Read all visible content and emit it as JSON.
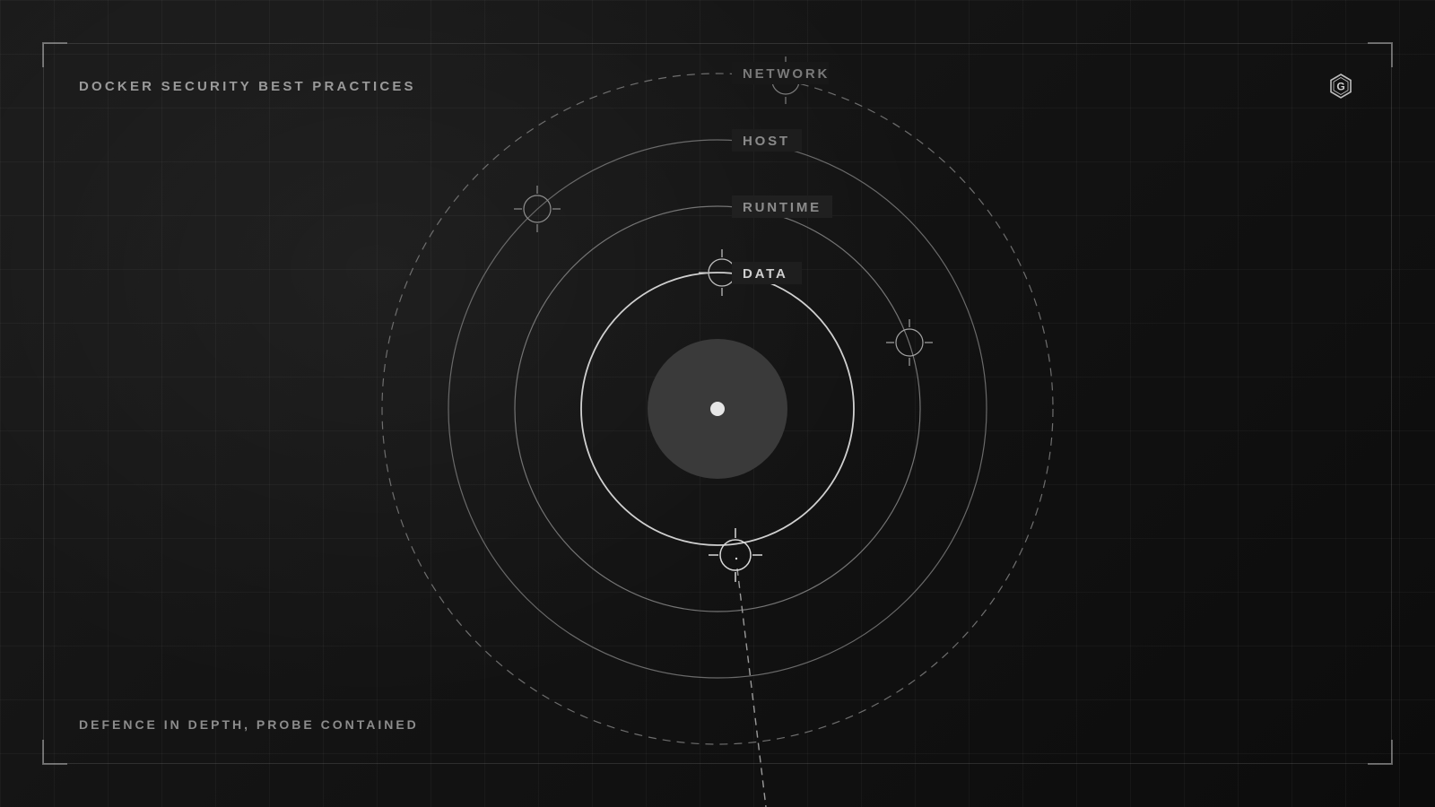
{
  "header": {
    "title": "DOCKER SECURITY BEST PRACTICES"
  },
  "footer": {
    "caption": "DEFENCE IN DEPTH, PROBE CONTAINED"
  },
  "logo": {
    "icon": "hexagon-g-logo-icon",
    "letter": "G"
  },
  "diagram": {
    "rings": [
      {
        "label": "DATA",
        "style": "solid-bright"
      },
      {
        "label": "RUNTIME",
        "style": "solid"
      },
      {
        "label": "HOST",
        "style": "solid"
      },
      {
        "label": "NETWORK",
        "style": "dashed"
      }
    ],
    "colors": {
      "background": "#121212",
      "ring": "#8a8a8a",
      "ring_bright": "#d8d8d8",
      "core": "#eaeaea"
    }
  }
}
